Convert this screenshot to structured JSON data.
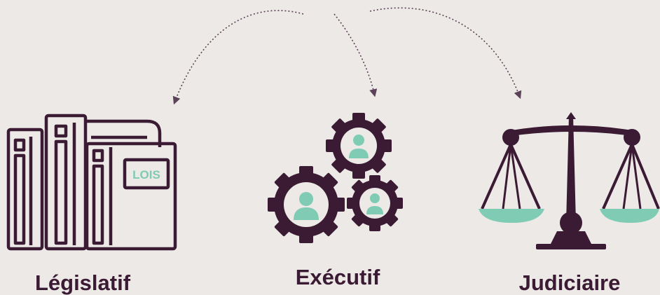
{
  "branches": [
    {
      "label": "Législatif",
      "icon": "law-books-icon"
    },
    {
      "label": "Exécutif",
      "icon": "people-gears-icon"
    },
    {
      "label": "Judiciaire",
      "icon": "scales-of-justice-icon"
    }
  ],
  "books": {
    "badge": "LOIS"
  },
  "colors": {
    "background": "#ece9e6",
    "primary": "#3b1a33",
    "accent": "#7fcbb3",
    "arrow": "#5b4258"
  }
}
